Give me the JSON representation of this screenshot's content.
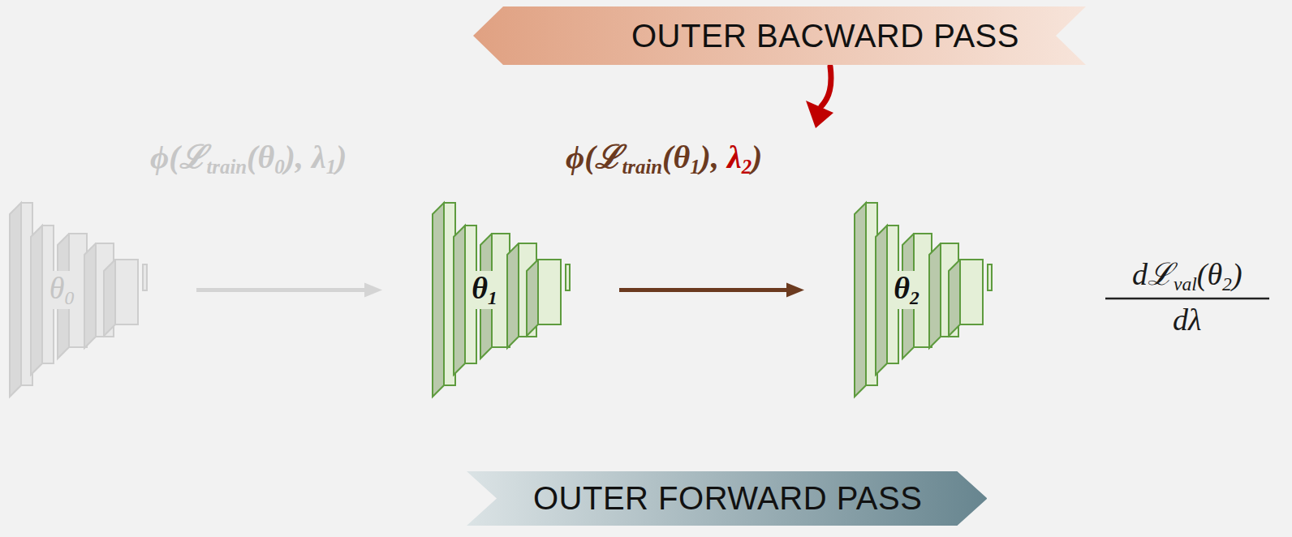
{
  "diagram": {
    "nodes": [
      {
        "text": [
          "OUTER BACWARD PASS"
        ]
      },
      {
        "text": [
          "θ0"
        ]
      },
      {
        "text": [
          "θ1"
        ]
      },
      {
        "text": [
          "θ2"
        ]
      },
      {
        "text": [
          "OUTER FORWARD PASS"
        ]
      }
    ],
    "edges": [
      {
        "from": 1,
        "to": 2,
        "arrow": "to"
      },
      {
        "from": 2,
        "to": 3,
        "arrow": "to"
      }
    ],
    "labels": [
      "ϕ(ℒtrain(θ0), λ1)",
      "ϕ(ℒtrain(θ1), λ2)",
      "dℒval(θ2)",
      "dλ"
    ]
  }
}
